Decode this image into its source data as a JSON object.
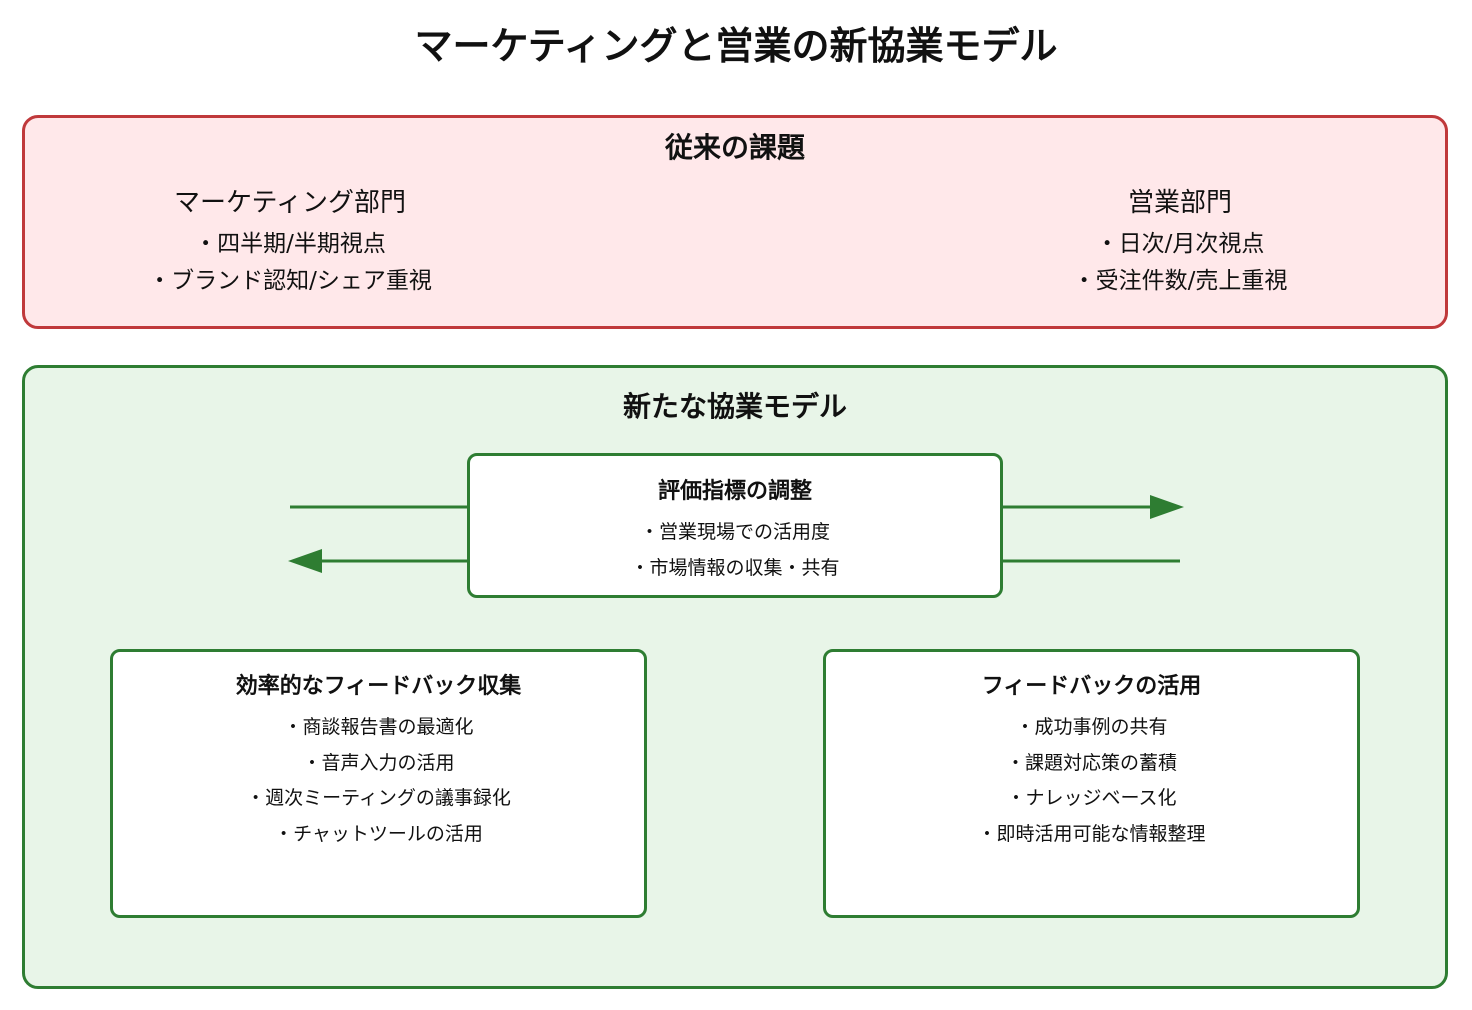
{
  "title": "マーケティングと営業の新協業モデル",
  "challenges": {
    "title": "従来の課題",
    "marketing": {
      "name": "マーケティング部門",
      "points": [
        "・四半期/半期視点",
        "・ブランド認知/シェア重視"
      ]
    },
    "sales": {
      "name": "営業部門",
      "points": [
        "・日次/月次視点",
        "・受注件数/売上重視"
      ]
    }
  },
  "model": {
    "title": "新たな協業モデル",
    "metrics": {
      "title": "評価指標の調整",
      "points": [
        "・営業現場での活用度",
        "・市場情報の収集・共有"
      ]
    },
    "collection": {
      "title": "効率的なフィードバック収集",
      "points": [
        "・商談報告書の最適化",
        "・音声入力の活用",
        "・週次ミーティングの議事録化",
        "・チャットツールの活用"
      ]
    },
    "utilization": {
      "title": "フィードバックの活用",
      "points": [
        "・成功事例の共有",
        "・課題対応策の蓄積",
        "・ナレッジベース化",
        "・即時活用可能な情報整理"
      ]
    }
  },
  "colors": {
    "challenge_border": "#c0393b",
    "challenge_fill": "#ffe8ea",
    "model_border": "#2e7d32",
    "model_fill": "#e8f5e8"
  }
}
